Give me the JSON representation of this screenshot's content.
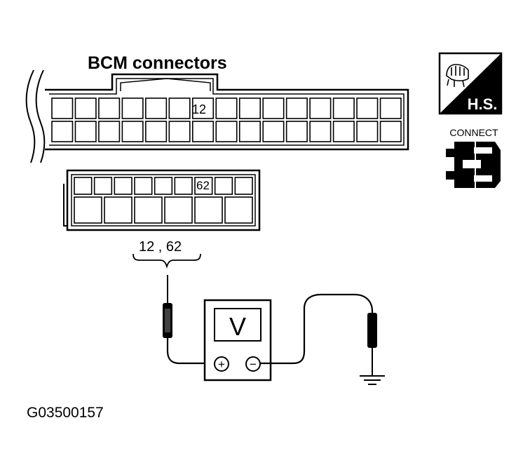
{
  "title": "BCM connectors",
  "connector_upper": {
    "pin_label": "12"
  },
  "connector_lower": {
    "pin_label": "62"
  },
  "probe_label": "12 , 62",
  "meter": {
    "display": "V",
    "positive": "+",
    "negative": "−"
  },
  "badge_hs": {
    "text": "H.S.",
    "icon": "hand-icon"
  },
  "badge_connect": {
    "text": "CONNECT",
    "icon": "connector-plug-icon"
  },
  "figure_id": "G03500157",
  "colors": {
    "ink": "#000000",
    "paper": "#ffffff"
  }
}
